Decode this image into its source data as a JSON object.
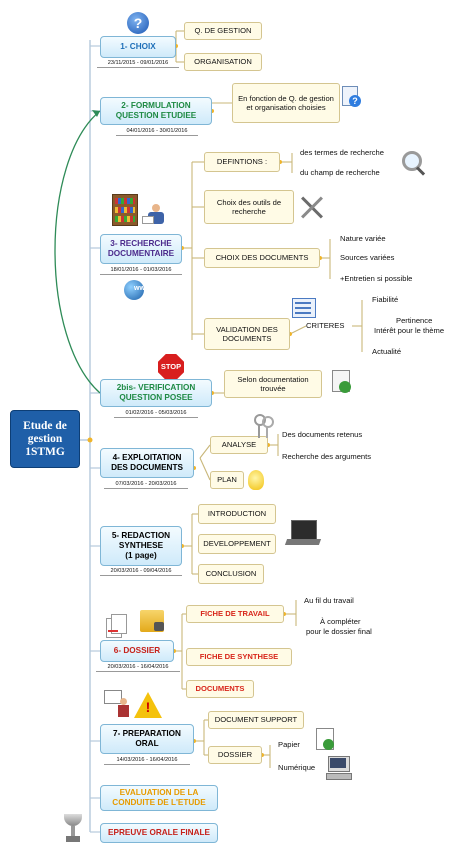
{
  "root": {
    "line1": "Etude de",
    "line2": "gestion",
    "line3": "1STMG"
  },
  "branches": [
    {
      "title": "1- CHOIX",
      "dates": "23/11/2015 - 09/01/2016",
      "children": [
        "Q. DE GESTION",
        "ORGANISATION"
      ]
    },
    {
      "title_l1": "2- FORMULATION",
      "title_l2": "QUESTION ETUDIEE",
      "dates": "04/01/2016 - 30/01/2016",
      "child": "En fonction de Q. de gestion et organisation choisies"
    },
    {
      "title_l1": "3- RECHERCHE",
      "title_l2": "DOCUMENTAIRE",
      "dates": "18/01/2016 - 01/03/2016",
      "definitions": "DEFINTIONS :",
      "definitions_leaves": [
        "des termes de recherche",
        "du champ de recherche"
      ],
      "outils": "Choix des outils de recherche",
      "choix_docs": "CHOIX DES DOCUMENTS",
      "choix_leaves": [
        "Nature variée",
        "Sources variées",
        "+Entretien si possible"
      ],
      "validation": "VALIDATION DES DOCUMENTS",
      "criteres": "CRITERES",
      "criteres_leaves": [
        "Fiabilité",
        "Pertinence",
        "Intérêt pour le thème",
        "Actualité"
      ]
    },
    {
      "title_l1": "2bis- VERIFICATION",
      "title_l2": "QUESTION POSEE",
      "dates": "01/02/2016 - 05/03/2016",
      "child": "Selon documentation trouvée"
    },
    {
      "title_l1": "4- EXPLOITATION",
      "title_l2": "DES DOCUMENTS",
      "dates": "07/03/2016 - 20/03/2016",
      "analyse": "ANALYSE",
      "analyse_leaves": [
        "Des documents retenus",
        "Recherche des arguments"
      ],
      "plan": "PLAN"
    },
    {
      "title_l1": "5- REDACTION",
      "title_l2": "SYNTHESE",
      "title_l3": "(1 page)",
      "dates": "20/03/2016 - 09/04/2016",
      "children": [
        "INTRODUCTION",
        "DEVELOPPEMENT",
        "CONCLUSION"
      ]
    },
    {
      "title": "6- DOSSIER",
      "dates": "20/03/2016 - 16/04/2016",
      "fiche_travail": "FICHE DE TRAVAIL",
      "fiche_leaves": [
        "Au fil du travail",
        "À compléter",
        "pour le dossier final"
      ],
      "fiche_synthese": "FICHE DE SYNTHESE",
      "documents": "DOCUMENTS"
    },
    {
      "title_l1": "7- PREPARATION",
      "title_l2": "ORAL",
      "dates": "14/03/2016 - 16/04/2016",
      "support": "DOCUMENT SUPPORT",
      "dossier": "DOSSIER",
      "dossier_leaves": [
        "Papier",
        "Numérique"
      ]
    },
    {
      "title_l1": "EVALUATION DE LA",
      "title_l2": "CONDUITE DE L'ETUDE"
    },
    {
      "title": "EPREUVE ORALE FINALE"
    }
  ],
  "icons": {
    "www_label": "www",
    "stop_label": "STOP"
  },
  "colors": {
    "root": "#1f5fa8",
    "line": "#a7c1da",
    "subline": "#c9b77a",
    "arrow": "#2e8b57"
  }
}
